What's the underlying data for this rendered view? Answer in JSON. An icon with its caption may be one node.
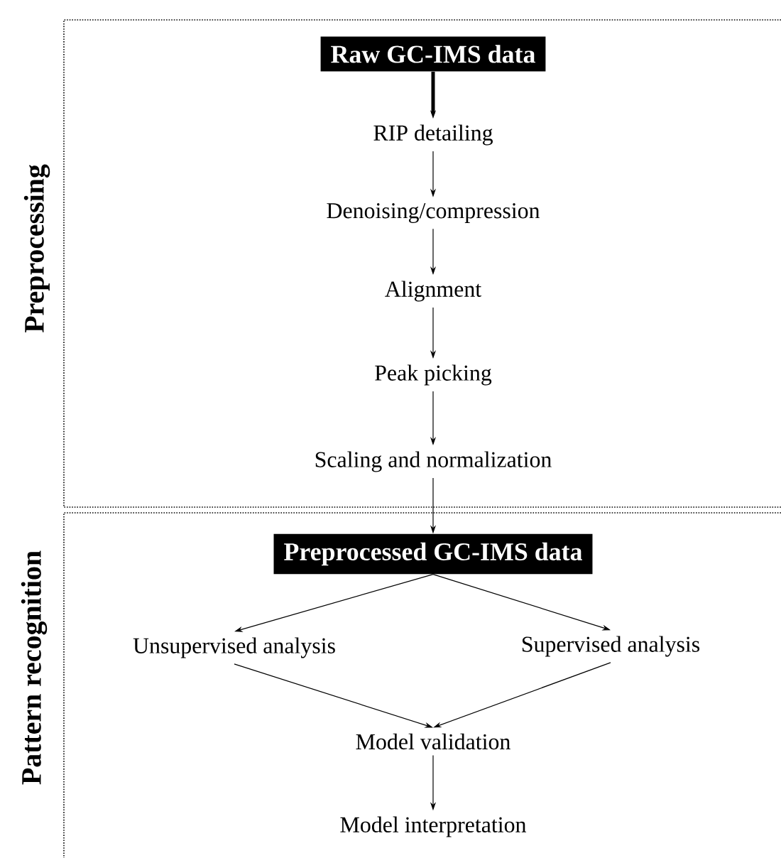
{
  "diagram": {
    "nodes": [
      {
        "text": [
          "Preprocessing"
        ]
      },
      {
        "text": [
          "Raw GC-IMS data"
        ],
        "in": 0
      },
      {
        "text": [
          "RIP detailing"
        ],
        "in": 0
      },
      {
        "text": [
          "Denoising/compression"
        ],
        "in": 0
      },
      {
        "text": [
          "Alignment"
        ],
        "in": 0
      },
      {
        "text": [
          "Peak picking"
        ],
        "in": 0
      },
      {
        "text": [
          "Scaling and normalization"
        ],
        "in": 0
      },
      {
        "text": [
          "Pattern recognition"
        ]
      },
      {
        "text": [
          "Preprocessed GC-IMS data"
        ],
        "in": 7
      },
      {
        "text": [
          "Unsupervised analysis"
        ],
        "in": 7
      },
      {
        "text": [
          "Supervised analysis"
        ],
        "in": 7
      },
      {
        "text": [
          "Model validation"
        ],
        "in": 7
      },
      {
        "text": [
          "Model interpretation"
        ],
        "in": 7
      }
    ],
    "edges": [
      {
        "from": 1,
        "to": 2,
        "arrow": "to",
        "style": "thick"
      },
      {
        "from": 2,
        "to": 3,
        "arrow": "to"
      },
      {
        "from": 3,
        "to": 4,
        "arrow": "to"
      },
      {
        "from": 4,
        "to": 5,
        "arrow": "to"
      },
      {
        "from": 5,
        "to": 6,
        "arrow": "to"
      },
      {
        "from": 6,
        "to": 8,
        "arrow": "to"
      },
      {
        "from": 8,
        "to": 9,
        "arrow": "to"
      },
      {
        "from": 8,
        "to": 10,
        "arrow": "to"
      },
      {
        "from": 9,
        "to": 11,
        "arrow": "to"
      },
      {
        "from": 10,
        "to": 11,
        "arrow": "to"
      },
      {
        "from": 11,
        "to": 12,
        "arrow": "to"
      }
    ]
  }
}
